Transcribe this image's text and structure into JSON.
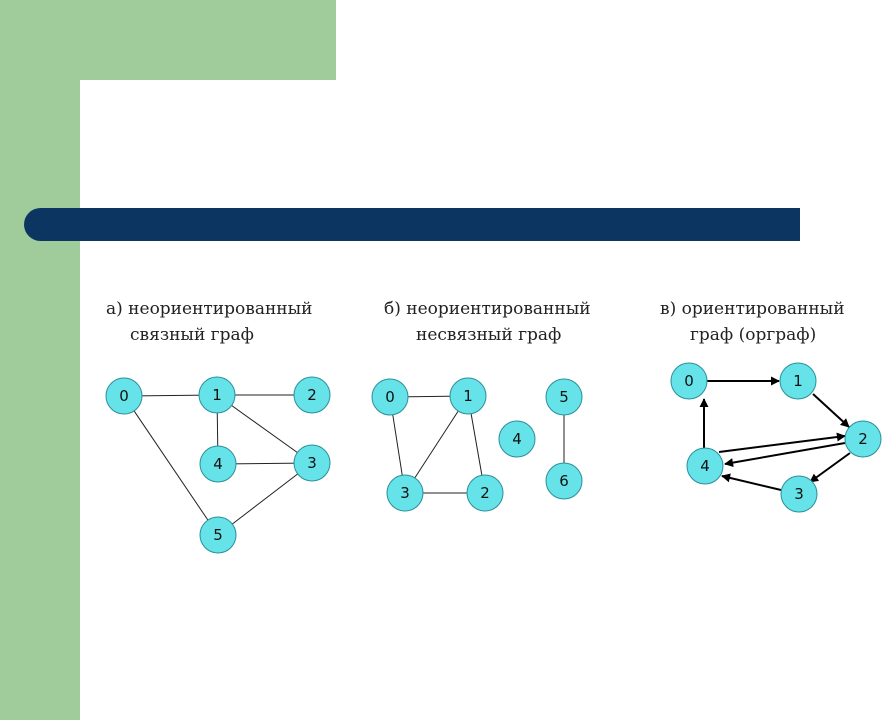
{
  "diagrams": [
    {
      "caption_line1": "а) неориентированный",
      "caption_line2": "связный граф",
      "nodes": [
        "0",
        "1",
        "2",
        "3",
        "4",
        "5"
      ]
    },
    {
      "caption_line1": "б) неориентированный",
      "caption_line2": "несвязный граф",
      "nodes": [
        "0",
        "1",
        "2",
        "3",
        "4",
        "5",
        "6"
      ]
    },
    {
      "caption_line1": "в) ориентированный",
      "caption_line2": "граф (орграф)",
      "nodes": [
        "0",
        "1",
        "2",
        "3",
        "4"
      ]
    }
  ],
  "colors": {
    "node_fill": "#66e3e8",
    "accent_bar": "#0c3561",
    "background_green": "#a0cb9a"
  }
}
